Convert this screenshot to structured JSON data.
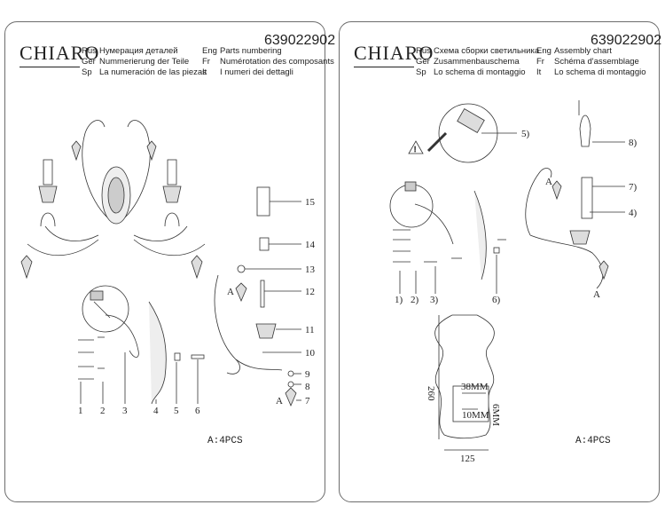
{
  "left": {
    "logo": "CHIARO",
    "code": "639022902",
    "header": [
      {
        "lang": "Rus",
        "text": "Нумерация деталей"
      },
      {
        "lang": "Eng",
        "text": "Parts numbering"
      },
      {
        "lang": "Ger",
        "text": "Nummerierung der Teile"
      },
      {
        "lang": "Fr",
        "text": "Numérotation des composants"
      },
      {
        "lang": "Sp",
        "text": "La numeración de las piezas"
      },
      {
        "lang": "It",
        "text": "I numeri dei dettagli"
      }
    ],
    "pcs": "A:4PCS",
    "callouts_right": [
      "15",
      "14",
      "13",
      "12",
      "11",
      "10",
      "9",
      "8",
      "7"
    ],
    "callouts_bottom": [
      "1",
      "2",
      "3",
      "4",
      "5",
      "6"
    ],
    "a_marks": [
      "A",
      "A"
    ]
  },
  "right": {
    "logo": "CHIARO",
    "code": "639022902",
    "header": [
      {
        "lang": "Rus",
        "text": "Схема сборки светильника"
      },
      {
        "lang": "Eng",
        "text": "Assembly chart"
      },
      {
        "lang": "Ger",
        "text": "Zusammenbauschema"
      },
      {
        "lang": "Fr",
        "text": "Schéma d'assemblage"
      },
      {
        "lang": "Sp",
        "text": "Lo schema di montaggio"
      },
      {
        "lang": "It",
        "text": "Lo schema di montaggio"
      }
    ],
    "pcs": "A:4PCS",
    "callouts": [
      "5)",
      "8)",
      "7)",
      "4)",
      "1)",
      "2)",
      "3)",
      "6)"
    ],
    "dims": {
      "height": "260",
      "width": "125",
      "hole_spacing": "38MM",
      "slot_w": "10MM",
      "slot_h": "6MM"
    },
    "a_marks": [
      "A",
      "A"
    ]
  }
}
